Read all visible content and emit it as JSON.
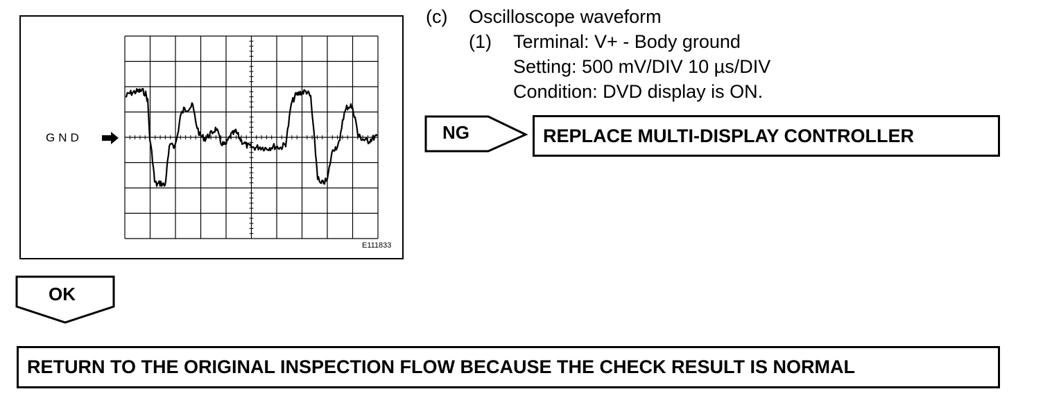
{
  "figure": {
    "gnd_label": "GND",
    "figure_id": "E111833",
    "grid": {
      "columns": 10,
      "rows": 8
    }
  },
  "steps": {
    "c_label": "(c)",
    "c_title": "Oscilloscope waveform",
    "one_label": "(1)",
    "terminal": "Terminal: V+ - Body ground",
    "setting": "Setting: 500 mV/DIV 10 µs/DIV",
    "condition": "Condition: DVD display is ON."
  },
  "flow": {
    "ng_label": "NG",
    "ng_result": "REPLACE MULTI-DISPLAY CONTROLLER",
    "ok_label": "OK",
    "final_result": "RETURN TO THE ORIGINAL INSPECTION FLOW BECAUSE THE CHECK RESULT IS NORMAL"
  }
}
